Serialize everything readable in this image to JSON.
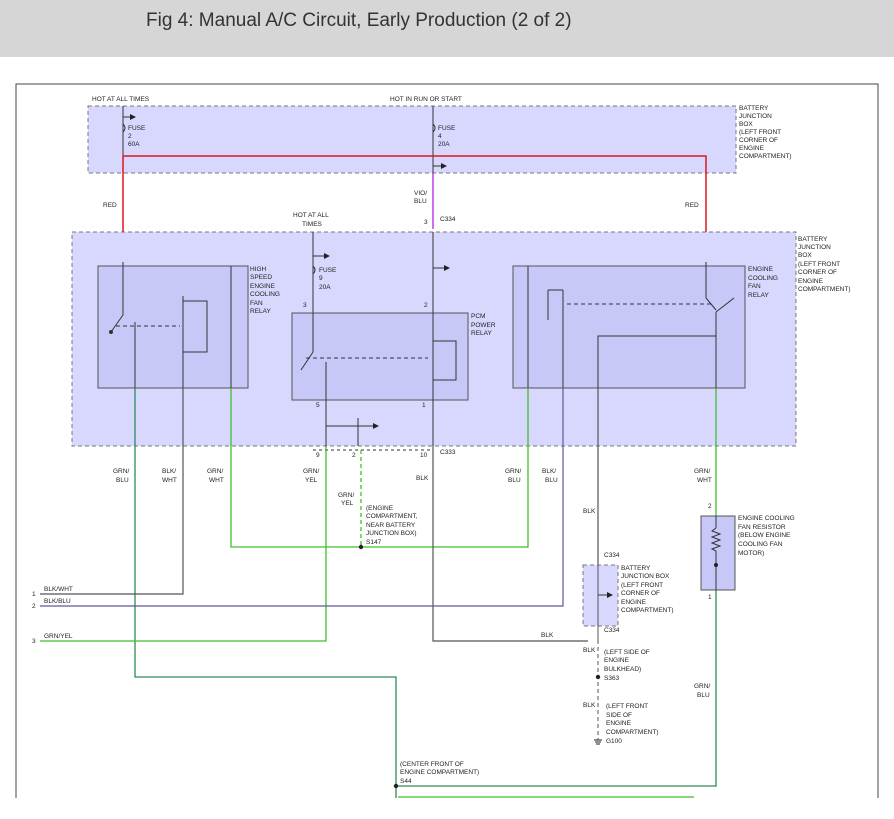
{
  "title": "Fig 4: Manual A/C Circuit, Early Production (2 of 2)",
  "colors": {
    "red": "#e0141e",
    "violet": "#c040e0",
    "green": "#3fbf2a",
    "darkGreen": "#2e8b57",
    "blackWire": "#555555",
    "blueBlackWire": "#5a5a96",
    "fill": "#d8d8ff"
  },
  "top_box": {
    "label_hot_always": "HOT AT ALL TIMES",
    "label_hot_run": "HOT IN RUN OR START",
    "fuse2": [
      "FUSE",
      "2",
      "60A"
    ],
    "fuse4": [
      "FUSE",
      "4",
      "20A"
    ],
    "location": [
      "BATTERY",
      "JUNCTION",
      "BOX",
      "(LEFT FRONT",
      "CORNER OF",
      "ENGINE",
      "COMPARTMENT)"
    ]
  },
  "wires": {
    "red_left": "RED",
    "red_right": "RED",
    "vio_blu": [
      "VIO/",
      "BLU"
    ],
    "c334_pin": "3",
    "c334": "C334"
  },
  "bottom_box": {
    "location": [
      "BATTERY",
      "JUNCTION",
      "BOX",
      "(LEFT FRONT",
      "CORNER OF",
      "ENGINE",
      "COMPARTMENT)"
    ],
    "hot_at_all_times": [
      "HOT AT ALL",
      "TIMES"
    ],
    "fuse9": [
      "FUSE",
      "9",
      "20A"
    ],
    "hs_relay": [
      "HIGH",
      "SPEED",
      "ENGINE",
      "COOLING",
      "FAN",
      "RELAY"
    ],
    "pcm_relay": [
      "PCM",
      "POWER",
      "RELAY"
    ],
    "ecf_relay": [
      "ENGINE",
      "COOLING",
      "FAN",
      "RELAY"
    ],
    "pin3": "3",
    "pin2": "2",
    "pin5": "5",
    "pin1": "1"
  },
  "lower": {
    "c333_pins": [
      "9",
      "2",
      "10"
    ],
    "c333": "C333",
    "grn_blu": [
      "GRN/",
      "BLU"
    ],
    "blk_wht": [
      "BLK/",
      "WHT"
    ],
    "grn_wht": [
      "GRN/",
      "WHT"
    ],
    "grn_yel": [
      "GRN/",
      "YEL"
    ],
    "grn_yel2": [
      "GRN/",
      "YEL"
    ],
    "blk": "BLK",
    "grn_blu2": [
      "GRN/",
      "BLU"
    ],
    "blk_blu": [
      "BLK/",
      "BLU"
    ],
    "grn_wht2": [
      "GRN/",
      "WHT"
    ],
    "s147": [
      "(ENGINE",
      "COMPARTMENT,",
      "NEAR BATTERY",
      "JUNCTION BOX)",
      "S147"
    ],
    "blk_right": "BLK",
    "resistor_pin2": "2",
    "resistor_pin1": "1",
    "resistor": [
      "ENGINE COOLING",
      "FAN RESISTOR",
      "(BELOW ENGINE",
      "COOLING FAN",
      "MOTOR)"
    ],
    "c334_top": "C334",
    "c334_bottom": "C334",
    "bjb_small": [
      "BATTERY",
      "JUNCTION BOX",
      "(LEFT FRONT",
      "CORNER OF",
      "ENGINE",
      "COMPARTMENT)"
    ],
    "blk_mid": "BLK",
    "blk_s363": "BLK",
    "s363": [
      "(LEFT SIDE OF",
      "ENGINE",
      "BULKHEAD)",
      "S363"
    ],
    "blk_g100": "BLK",
    "g100": [
      "(LEFT FRONT",
      "SIDE OF",
      "ENGINE",
      "COMPARTMENT)",
      "G100"
    ],
    "grn_blu_right": [
      "GRN/",
      "BLU"
    ],
    "s44": [
      "(CENTER FRONT OF",
      "ENGINE COMPARTMENT)",
      "S44"
    ],
    "out1_num": "1",
    "out1": "BLK/WHT",
    "out2_num": "2",
    "out2": "BLK/BLU",
    "out3_num": "3",
    "out3": "GRN/YEL"
  }
}
